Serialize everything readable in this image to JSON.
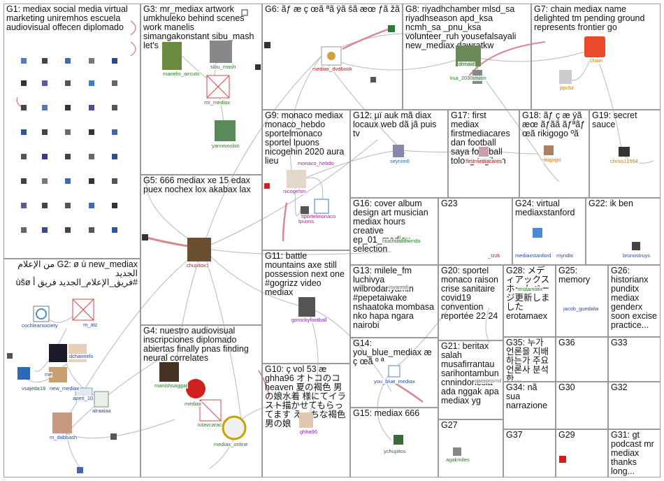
{
  "colors": {
    "edge": "#b8b8b8",
    "pink": "#d9888f",
    "border": "#9a9a9a"
  },
  "groups": [
    {
      "id": "g1",
      "desc": "G1: mediax social media virtual marketing uniremhos escuela audiovisual offecen diplomado"
    },
    {
      "id": "g2",
      "desc": "G2: ø ù new_mediax من الإعلام الجديد\n#فريق_الإعلام_الجديد فريق أ ùšø"
    },
    {
      "id": "g3",
      "desc": "G3: mr_mediax artwork umkhuleko behind scenes work manelis simangakonstant sibu_mash let's"
    },
    {
      "id": "g4",
      "desc": "G4: nuestro audiovisual inscripciones diplomado abiertas finally pnas finding neural correlates"
    },
    {
      "id": "g5",
      "desc": "G5: 666 mediax xe 15 edax puex nochex lox akabax lax"
    },
    {
      "id": "g6",
      "desc": "G6: ãƒ æ ç œã ªã ÿã šã æœ ƒã žã"
    },
    {
      "id": "g7",
      "desc": "G7: chain mediax name delighted tm pending ground represents frontier go"
    },
    {
      "id": "g8",
      "desc": "G8: riyadhchamber mlsd_sa riyadhseason apd_ksa ncmh_sa _pnu_ksa volunteer_ruh yousefalsayali new_mediax dawratkw"
    },
    {
      "id": "g9",
      "desc": "G9: monaco mediax monaco_hebdo sportelmonaco sportel lpuons nicogehin 2020 aura lieu"
    },
    {
      "id": "g10",
      "desc": "G10: ç vol 53 æ ghha96 オトコのコ heaven 夏の褐色 男の娘水着 様にてイラスト描かせてもらってます えっちな褐色男の娘"
    },
    {
      "id": "g11",
      "desc": "G11: battle mountains axe still possession next one #gogrizz video mediax"
    },
    {
      "id": "g12",
      "desc": "G12: µï auk mã diax locaux web dã jã puis tv"
    },
    {
      "id": "g13",
      "desc": "G13: milele_fm luchivya wilbrodanyamin #pepetaiwake nshaatoka mombasa nko hapa ngara nairobi"
    },
    {
      "id": "g14",
      "desc": "G14: you_blue_mediax æ ç œã º ª"
    },
    {
      "id": "g15",
      "desc": "G15: mediax 666"
    },
    {
      "id": "g16",
      "desc": "G16: cover album design art musician mediax hours creative ep_01_mediax selection"
    },
    {
      "id": "g17",
      "desc": "G17: first mediax firstmediacares dan football saya foot ball tolong tagihan"
    },
    {
      "id": "g18",
      "desc": "G18: ãƒ ç æ ÿã æœ ãƒãã ãƒªãƒ œã rikigogo ºã"
    },
    {
      "id": "g19",
      "desc": "G19: secret sauce"
    },
    {
      "id": "g20",
      "desc": "G20: sportel monaco raison crise sanitaire covid19 convention reportée 22 24"
    },
    {
      "id": "g21",
      "desc": "G21: beritax salah musafirrantau sarihontambun cnnindonesia ada nggak apa mediax yg"
    },
    {
      "id": "g22",
      "desc": "G22: ik ben"
    },
    {
      "id": "g23",
      "desc": "G23"
    },
    {
      "id": "g24",
      "desc": "G24: virtual mediaxstanford"
    },
    {
      "id": "g25",
      "desc": "G25: memory"
    },
    {
      "id": "g26",
      "desc": "G26: historianx punditx mediax genderx soon excise practice..."
    },
    {
      "id": "g27",
      "desc": "G27"
    },
    {
      "id": "g28",
      "desc": "G28: メディアックスホームページ更新しました erotamaex"
    },
    {
      "id": "g29",
      "desc": "G29"
    },
    {
      "id": "g30",
      "desc": "G30"
    },
    {
      "id": "g31",
      "desc": "G31: gt podcast mr mediax thanks long..."
    },
    {
      "id": "g32",
      "desc": "G32"
    },
    {
      "id": "g33",
      "desc": "G33"
    },
    {
      "id": "g34",
      "desc": "G34: nã sua narrazione"
    },
    {
      "id": "g35",
      "desc": "G35: 누가 언론을 지배하는가 주요 언론사 분석 한..."
    },
    {
      "id": "g36",
      "desc": "G36"
    },
    {
      "id": "g37",
      "desc": "G37"
    }
  ],
  "labels": {
    "l_cochlear": "cochlearsociety",
    "l_matz": "m_atz",
    "l_channels": "dchannels",
    "l_me": "me",
    "l_vsajeda": "vsajeda19",
    "l_newmediax": "new_mediax",
    "l_aperi": "aperi_10",
    "l_alraaiaa": "alraaiaa",
    "l_dabbash": "m_dabbash",
    "l_manelis": "manelis_aircuts",
    "l_sibu": "sibu_mash",
    "l_mrmediax": "mr_mediax",
    "l_yanni": "yannivosloo",
    "l_manish": "manishsaggar",
    "l_mediax": "mediax",
    "l_iutav": "iutavcarac",
    "l_mediaxonline": "mediax_online",
    "l_chupitox": "chupitox1",
    "l_dvdbook": "mediax_dvdbook",
    "l_drmaid": "drmaid",
    "l_ksa": "ksa_2030vision",
    "l_chain": "chain",
    "l_ppcbz": "ppcbz",
    "l_monacohebdo": "monaco_hebdo",
    "l_nicogehin": "nicogehin",
    "l_sportelmonaco": "sportelmonaco",
    "l_lpuons": "lpuons",
    "l_ghha": "ghha96",
    "l_gorocky": "gorockyfootball",
    "l_seynim": "seynim6",
    "l_firstmedia": "firstmediacares",
    "l_rikigogo": "rikigogo",
    "l_chriss": "chriss11554",
    "l_suchda": "suchda8thwnda",
    "l_tzzk": "_tzzk",
    "l_mxstanford": "mediaxstanford",
    "l_myndtx": "myndtx",
    "l_bruno": "brunostruys",
    "l_myaresh": "myaresh",
    "l_erotamaex": "erotamaex",
    "l_jacob": "jacob_guedalia",
    "l_youblue": "you_blue_mediax",
    "l_opinion": "opinionsmd",
    "l_ychupitos": "ychupitos",
    "l_agakmi": "agakmiles"
  }
}
